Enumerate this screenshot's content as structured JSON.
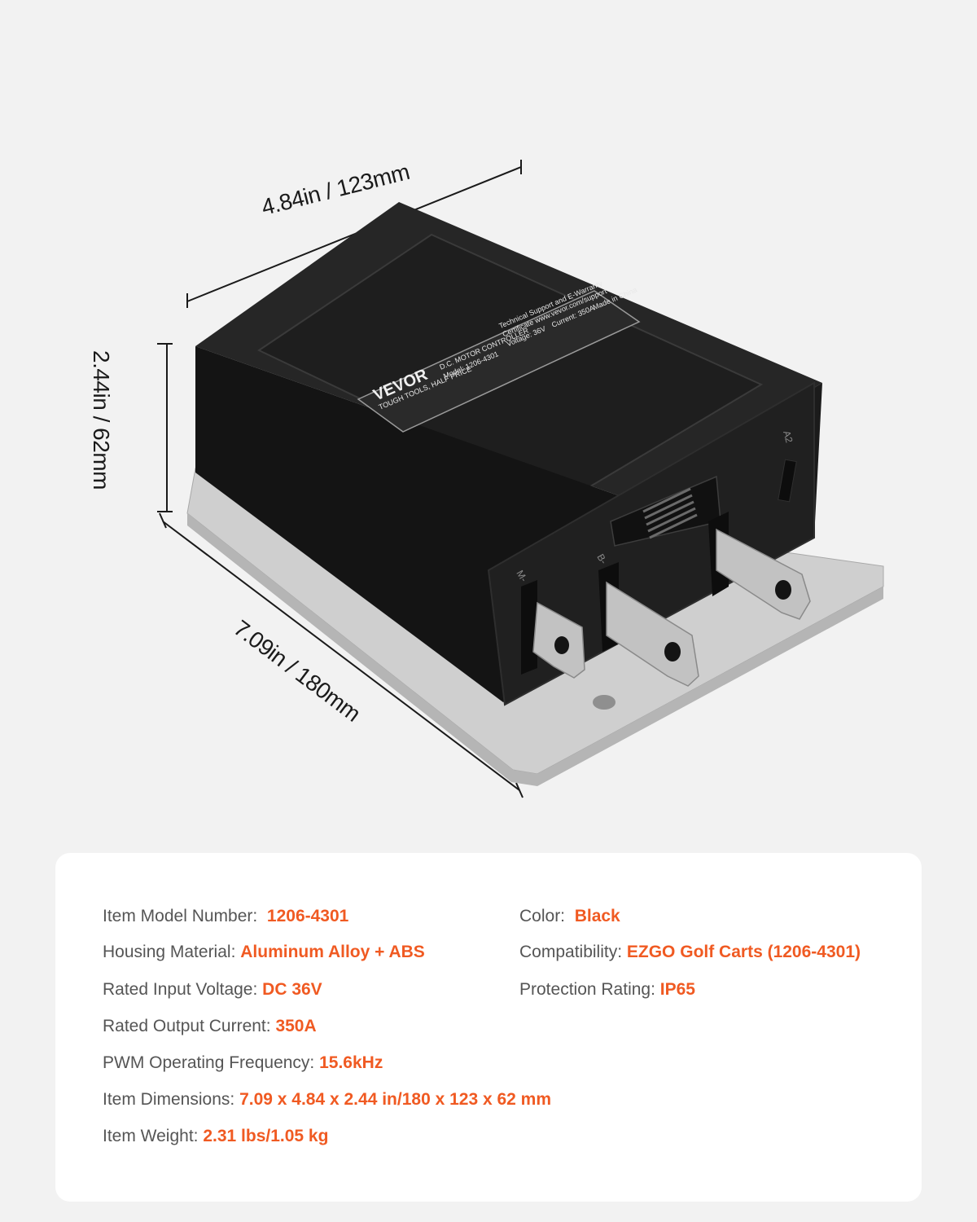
{
  "dimensions": {
    "width_label": "4.84in / 123mm",
    "height_label": "2.44in / 62mm",
    "length_label": "7.09in / 180mm"
  },
  "product_label": {
    "brand": "VEVOR",
    "tagline": "TOUGH TOOLS, HALF PRICE",
    "product": "D.C. MOTOR CONTROLLER",
    "model": "Model: 1206-4301",
    "voltage": "Voltage: 36V",
    "current": "Current: 350A",
    "support": "Technical Support and E-Warranty",
    "website": "Certificate www.vevor.com/support",
    "origin": "Made in China"
  },
  "terminals": {
    "m": "M-",
    "b": "B-",
    "a2": "A2"
  },
  "specs": {
    "model_label": "Item Model Number:",
    "model_value": "1206-4301",
    "color_label": "Color:",
    "color_value": "Black",
    "housing_label": "Housing Material:",
    "housing_value": "Aluminum Alloy + ABS",
    "compat_label": "Compatibility:",
    "compat_value": "EZGO Golf Carts (1206-4301)",
    "voltage_label": "Rated Input Voltage:",
    "voltage_value": "DC 36V",
    "protection_label": "Protection Rating:",
    "protection_value": "IP65",
    "current_label": "Rated Output Current:",
    "current_value": "350A",
    "pwm_label": "PWM Operating Frequency:",
    "pwm_value": "15.6kHz",
    "dims_label": "Item Dimensions:",
    "dims_value": "7.09 x 4.84 x 2.44 in/180 x 123 x 62 mm",
    "weight_label": "Item Weight:",
    "weight_value": "2.31 lbs/1.05 kg"
  },
  "colors": {
    "accent": "#f05a22",
    "background": "#f2f2f2",
    "card": "#ffffff",
    "housing": "#1c1c1c",
    "base_plate": "#c9c9c9"
  }
}
